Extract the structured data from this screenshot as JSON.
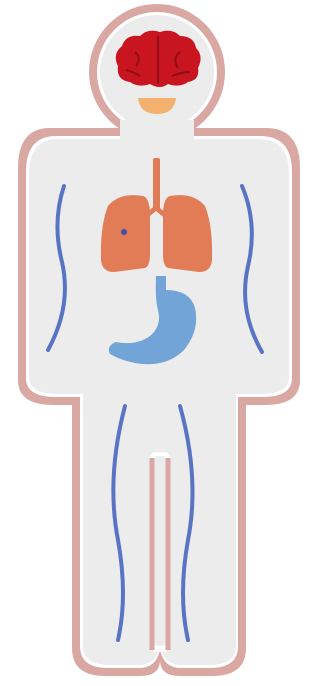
{
  "figure": {
    "colors": {
      "background": "#ffffff",
      "outline_outer": "#d9a8a3",
      "outline_inner": "#ffffff",
      "body_fill": "#ececec",
      "brain": "#c8151f",
      "mouth": "#f3b06e",
      "lungs": "#e27c56",
      "trachea": "#e27c56",
      "lung_spot": "#3a4fa8",
      "stomach": "#73a4d8",
      "vessels": "#5a74c4"
    },
    "parts": [
      {
        "key": "brain",
        "icon": "brain-icon"
      },
      {
        "key": "mouth",
        "icon": "mouth-icon"
      },
      {
        "key": "lungs",
        "icon": "lungs-icon"
      },
      {
        "key": "stomach",
        "icon": "stomach-icon"
      },
      {
        "key": "blood-vessels",
        "icon": "blood-vessel-icon"
      }
    ]
  }
}
